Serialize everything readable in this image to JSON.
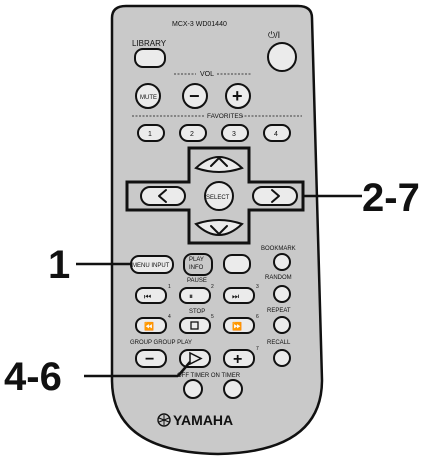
{
  "remote": {
    "model": "MCX-3 WD01440",
    "brand": "YAMAHA",
    "library": "LIBRARY",
    "power_symbol": "⏻/I",
    "vol_label": "VOL",
    "mute": "MUTE",
    "minus": "−",
    "plus": "+",
    "favorites_label": "FAVORITES",
    "favorites": [
      "1",
      "2",
      "3",
      "4"
    ],
    "select": "SELECT",
    "menu_input": "MENU INPUT",
    "play_info": [
      "PLAY",
      "INFO"
    ],
    "bookmark": "BOOKMARK",
    "pause": "PAUSE",
    "random": "RANDOM",
    "stop": "STOP",
    "repeat": "REPEAT",
    "group_play": "GROUP GROUP PLAY",
    "recall": "RECALL",
    "timer": "OFF TIMER ON TIMER",
    "small_numbers": [
      "1",
      "2",
      "3",
      "4",
      "5",
      "6",
      "7"
    ]
  },
  "callouts": {
    "right": "2-7",
    "left_top": "1",
    "left_bottom": "4-6"
  }
}
